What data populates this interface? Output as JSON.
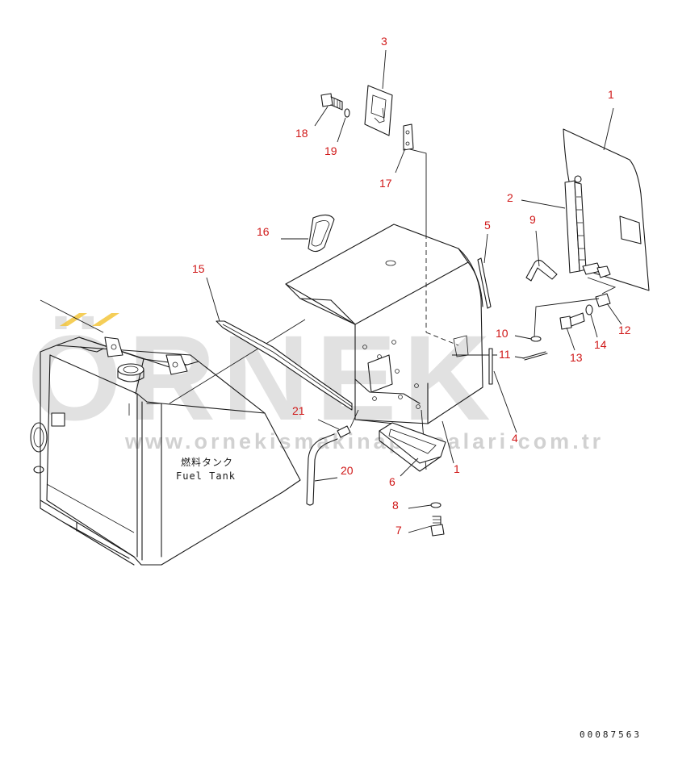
{
  "watermark": {
    "brand": "ÖRNEK",
    "url": "www.ornekismakinaparcalari.com.tr",
    "accent_color": "#f2c22e",
    "text_color": "#c8c8c8"
  },
  "tank_label": {
    "japanese": "燃料タンク",
    "english": "Fuel Tank"
  },
  "document_number": "00087563",
  "callout_color": "#d01818",
  "callouts": [
    {
      "id": "c1a",
      "text": "1"
    },
    {
      "id": "c1b",
      "text": "1"
    },
    {
      "id": "c2",
      "text": "2"
    },
    {
      "id": "c3",
      "text": "3"
    },
    {
      "id": "c4",
      "text": "4"
    },
    {
      "id": "c5",
      "text": "5"
    },
    {
      "id": "c6",
      "text": "6"
    },
    {
      "id": "c7",
      "text": "7"
    },
    {
      "id": "c8",
      "text": "8"
    },
    {
      "id": "c9",
      "text": "9"
    },
    {
      "id": "c10",
      "text": "10"
    },
    {
      "id": "c11",
      "text": "11"
    },
    {
      "id": "c12",
      "text": "12"
    },
    {
      "id": "c13",
      "text": "13"
    },
    {
      "id": "c14",
      "text": "14"
    },
    {
      "id": "c15",
      "text": "15"
    },
    {
      "id": "c16",
      "text": "16"
    },
    {
      "id": "c17",
      "text": "17"
    },
    {
      "id": "c18",
      "text": "18"
    },
    {
      "id": "c19",
      "text": "19"
    },
    {
      "id": "c20",
      "text": "20"
    },
    {
      "id": "c21",
      "text": "21"
    }
  ]
}
